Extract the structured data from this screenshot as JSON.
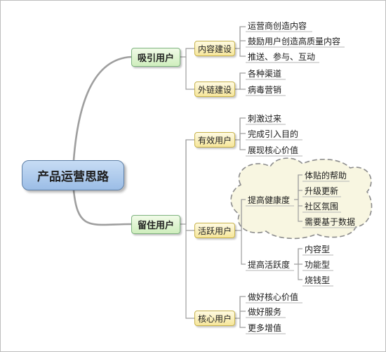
{
  "root": {
    "label": "产品运营思路"
  },
  "attract": {
    "label": "吸引用户",
    "content": {
      "label": "内容建设",
      "items": [
        "运营商创造内容",
        "鼓励用户创造高质量内容",
        "推送、参与、互动"
      ]
    },
    "links": {
      "label": "外链建设",
      "items": [
        "各种渠道",
        "病毒营销"
      ]
    }
  },
  "retain": {
    "label": "留住用户",
    "effective": {
      "label": "有效用户",
      "items": [
        "刺激过来",
        "完成引入目的",
        "展现核心价值"
      ]
    },
    "active": {
      "label": "活跃用户",
      "health": {
        "label": "提高健康度",
        "items": [
          "体贴的帮助",
          "升级更新",
          "社区氛围",
          "需要基于数据"
        ]
      },
      "activity": {
        "label": "提高活跃度",
        "items": [
          "内容型",
          "功能型",
          "烧钱型"
        ]
      }
    },
    "core": {
      "label": "核心用户",
      "items": [
        "做好核心价值",
        "做好服务",
        "更多增值"
      ]
    }
  },
  "colors": {
    "connector": "#9e9e9e",
    "root_fill": "#b2cdee",
    "main_fill": "#dbf3c9",
    "sub_fill": "#fbefb4",
    "cloud_fill": "#f8f6e1",
    "cloud_border": "#8c8c8c"
  }
}
